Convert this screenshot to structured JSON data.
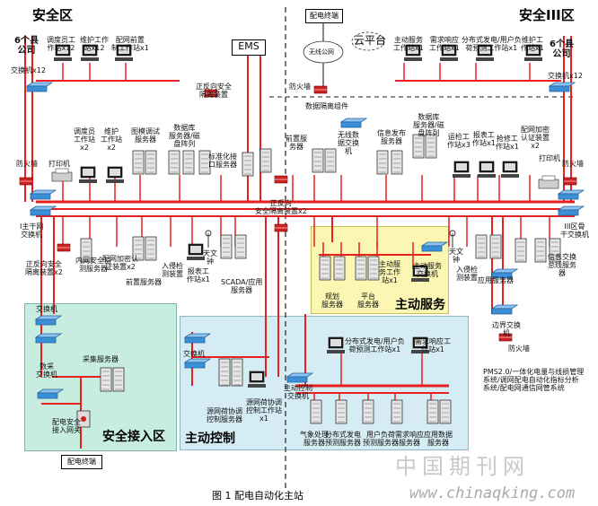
{
  "zones": {
    "security_zone_1": "安全区",
    "security_zone_3": "安全III区",
    "cloud_platform": "云平台",
    "active_service": "主动服务",
    "secure_access": "安全接入区",
    "active_control": "主动控制"
  },
  "labels": {
    "county_left": "6个县\n公司",
    "county_right": "6个县\n公司",
    "dispatch_ws": "调度员工\n作站x12",
    "maint_ws_top": "维护工作\n站x12",
    "distnet_ws": "配网前置\n制工作站x1",
    "switch_x12_left": "交换机x12",
    "ems": "EMS",
    "fwd_isolation_top": "正反向安全\n隔离装置",
    "firewall_left": "防火墙",
    "printer_left": "打印机",
    "dispatcher_ws2": "调度员\n工作站\nx2",
    "maint_ws2": "维护\n工作站\nx2",
    "graph_server": "图模调试\n服务器",
    "db_server": "数据库\n服务器/磁\n盘阵列",
    "std_iface_server": "标准化接\n口服务器",
    "front_server_top": "前置服\n务器",
    "wireless_switch": "无线数\n据交换\n机",
    "info_pub_server": "信息发布\n服务器",
    "db_server_right": "数据库\n服务器/磁\n盘阵列",
    "ops_ws": "运检工\n作站x3",
    "report_ws": "报表工\n作站x1",
    "repair_ws": "抢修工\n作站x1",
    "cert_server": "配网加密\n认证装置\nx2",
    "printer_right": "打印机",
    "dist_terminal_top": "配电终端",
    "wireless_net": "无线公网",
    "firewall_top": "防火墙",
    "data_isolation": "数据隔离组件",
    "switch_x12_right": "交换机x12",
    "firewall_right": "防火墙",
    "switch_main": "Ⅰ主干网\n交换机",
    "fwd_iso_mid": "正反向\n安全隔离装置x2",
    "fwd_iso_left": "正反向安全\n隔离装置x2",
    "intranet_monitor": "内网安全监\n测服务器",
    "distnet_cert": "配网加密认\n证装置x2",
    "front_server_bot": "前置服务器",
    "intrusion_left": "入侵检\n测装置",
    "report_ws_left": "报表工\n作站x1",
    "antenna_left": "天文\n钟",
    "scada_server": "SCADA/应用\n服务器",
    "planning_server": "规划\n服务器",
    "platform_server": "平台\n服务器",
    "active_ws": "主动服\n务工作\n站x1",
    "active_switch": "主动服务\n交换机",
    "antenna_right": "天文\n钟",
    "intrusion_right": "入侵检\n测装置",
    "app_server": "应用服务器",
    "iii_switch": "III区骨\n干交换机",
    "info_exchange": "信息交换\n总线服务\n器",
    "switch_secure": "交换机",
    "data_switch": "数采\n交换机",
    "collect_server": "采集服务器",
    "dist_terminal_sec": "配电安全\n接入网关",
    "dist_terminal_bottom": "配电终端",
    "switch_control": "交换机",
    "distnet_model_server": "源网荷协调\n控制服务器",
    "distnet_model_ws": "源网荷协调\n控制工作站\nx1",
    "dg_ws": "分布式发电/用户负\n荷预测工作站x1",
    "demand_ws": "需求响应工\n作站x1",
    "active_ctrl_switch": "主动控制\n交换机",
    "weather_server": "气象处理\n服务器",
    "dg_server": "分布式发电\n预测服务器",
    "user_server": "用户负荷\n预测服务器",
    "demand_server": "需求响应\n服务器",
    "app_data_server": "应用数据\n服务器",
    "border_switch": "边界交换\n机",
    "firewall_bot": "防火墙",
    "pms_note": "PMS2.0/一体化电量与线损管理\n系统/调网配电自动化指标分析\n系统/配电网通信网管系统"
  },
  "caption": "图 1  配电自动化主站",
  "watermark": "中国期刊网",
  "url": "www.chinaqking.com",
  "colors": {
    "bus": "#e8201f",
    "secure_zone_bg": "#c7ede0",
    "control_zone_bg": "#d6ecf4",
    "service_zone_bg": "#fbf7b3",
    "switch": "#3b8fd6"
  }
}
